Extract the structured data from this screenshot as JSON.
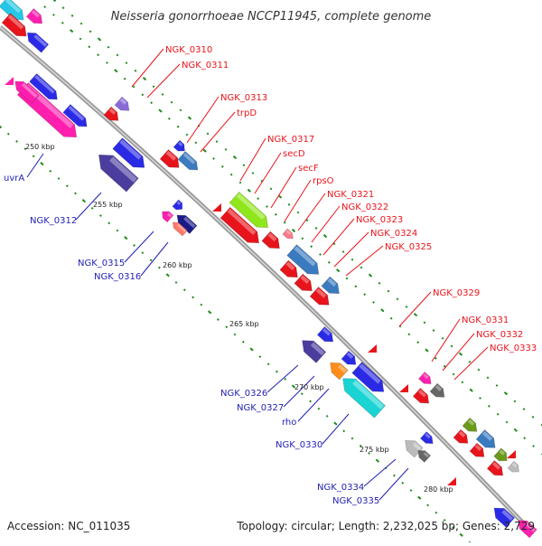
{
  "title": "Neisseria gonorrhoeae NCCP11945, complete genome",
  "footer": {
    "accession": "Accession: NC_011035",
    "topology": "Topology: circular; Length: 2,232,025 bp; Genes: 2,729"
  },
  "colors": {
    "forward_label": "#e8141b",
    "reverse_label": "#1f1fb3",
    "backbone": "#8c8c8c",
    "tick": "#1e8a1e"
  },
  "tick_labels": [
    "250 kbp",
    "255 kbp",
    "260 kbp",
    "265 kbp",
    "270 kbp",
    "275 kbp",
    "280 kbp"
  ],
  "forward_labels": [
    "NGK_0310",
    "NGK_0311",
    "NGK_0313",
    "trpD",
    "NGK_0317",
    "secD",
    "secF",
    "rpsO",
    "NGK_0321",
    "NGK_0322",
    "NGK_0323",
    "NGK_0324",
    "NGK_0325",
    "NGK_0329",
    "NGK_0331",
    "NGK_0332",
    "NGK_0333"
  ],
  "reverse_labels": [
    "uvrA",
    "NGK_0312",
    "NGK_0315",
    "NGK_0316",
    "NGK_0326",
    "NGK_0327",
    "rho",
    "NGK_0330",
    "NGK_0334",
    "NGK_0335"
  ]
}
